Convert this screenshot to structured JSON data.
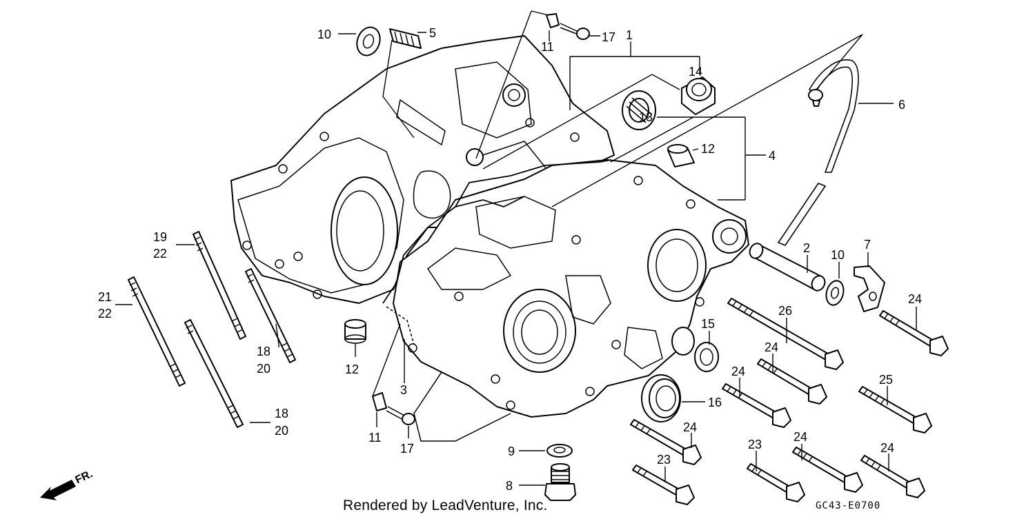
{
  "diagram": {
    "labels": {
      "p1": "1",
      "p2": "2",
      "p3": "3",
      "p4": "4",
      "p5": "5",
      "p6": "6",
      "p7": "7",
      "p8": "8",
      "p9": "9",
      "p10a": "10",
      "p10b": "10",
      "p11a": "11",
      "p11b": "11",
      "p12a": "12",
      "p12b": "12",
      "p13": "13",
      "p14": "14",
      "p15": "15",
      "p16": "16",
      "p17a": "17",
      "p17b": "17",
      "p18a": "18",
      "p18b": "18",
      "p19": "19",
      "p20a": "20",
      "p20b": "20",
      "p21": "21",
      "p22a": "22",
      "p22b": "22",
      "p23a": "23",
      "p23b": "23",
      "p24a": "24",
      "p24b": "24",
      "p24c": "24",
      "p24d": "24",
      "p24e": "24",
      "p24f": "24",
      "p25": "25",
      "p26": "26"
    },
    "direction_marker": "FR.",
    "credit": "Rendered by LeadVenture, Inc.",
    "code": "GC43-E0700"
  }
}
